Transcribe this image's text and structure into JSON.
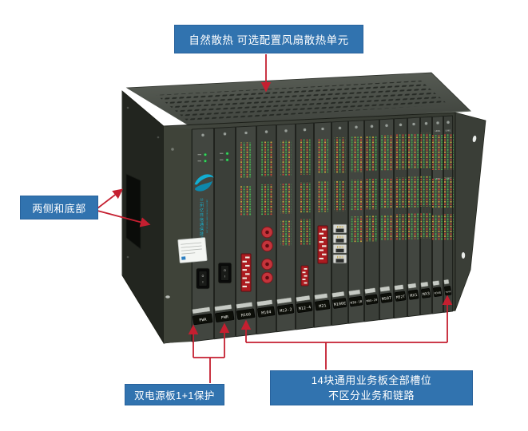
{
  "annotations": {
    "cooling": "自然散热 可选配置风扇散热单元",
    "sides": "两侧和底部",
    "power": "双电源板1+1保护",
    "slots_line1": "14块通用业务板全部槽位",
    "slots_line2": "不区分业务和链路"
  },
  "colors": {
    "note_bg": "#3173af",
    "arrow_red": "#c51f30",
    "chassis_front": "#3e423c",
    "chassis_top": "#4b504a",
    "chassis_side": "#22251f",
    "led_green": "#3bd45f",
    "dip_red": "#ac1b20",
    "brand_cyan": "#16b4d4"
  },
  "chassis": {
    "brand_cn": "兰州亿日信通信技术有限公司",
    "brand_en": "LANZHOU YIRIXIN COMM TECH CO.,LTD",
    "rocker_marks": [
      "O",
      "I"
    ],
    "slots": [
      {
        "label": "PWR",
        "type": "power",
        "logo": true,
        "sticker": true
      },
      {
        "label": "PWR",
        "type": "power"
      },
      {
        "label": "M160",
        "type": "service",
        "dip": "large",
        "dipY": 318
      },
      {
        "label": "M104",
        "type": "service",
        "fc": true
      },
      {
        "label": "M12-2",
        "type": "service"
      },
      {
        "label": "M12-4",
        "type": "service",
        "dip": "small"
      },
      {
        "label": "M21",
        "type": "service",
        "dip": "large",
        "dipY": 283
      },
      {
        "label": "M100E",
        "type": "service",
        "rj45": true
      },
      {
        "label": "M30-1B",
        "type": "service"
      },
      {
        "label": "MOD-20",
        "type": "service"
      },
      {
        "label": "M50T",
        "type": "service"
      },
      {
        "label": "M52T",
        "type": "service"
      },
      {
        "label": "MX1",
        "type": "service"
      },
      {
        "label": "MX3",
        "type": "service"
      },
      {
        "label": "M34E",
        "type": "service",
        "links": [
          "LINK1",
          "LINK2"
        ]
      },
      {
        "label": "M34B",
        "type": "service",
        "links": [
          "LINK1",
          "LINK2"
        ]
      }
    ]
  }
}
